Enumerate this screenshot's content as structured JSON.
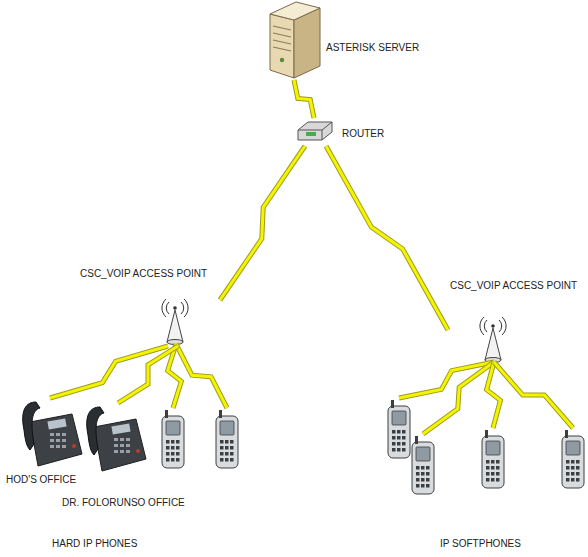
{
  "diagram": {
    "nodes": [
      {
        "text": [
          "ASTERISK SERVER"
        ]
      },
      {
        "text": [
          "ROUTER"
        ]
      },
      {
        "text": [
          "CSC_VOIP ACCESS POINT"
        ]
      },
      {
        "text": [
          "CSC_VOIP ACCESS POINT"
        ]
      },
      {
        "text": [
          "HOD'S OFFICE"
        ]
      },
      {
        "text": [
          "DR. FOLORUNSO OFFICE"
        ]
      }
    ],
    "edges": [
      {
        "from": 0,
        "to": 1,
        "arrow": "none"
      },
      {
        "from": 1,
        "to": 2,
        "arrow": "none"
      },
      {
        "from": 1,
        "to": 3,
        "arrow": "none"
      },
      {
        "from": 2,
        "to": 4,
        "arrow": "none"
      },
      {
        "from": 2,
        "to": 5,
        "arrow": "none"
      }
    ],
    "labels": [
      "HARD IP PHONES",
      "IP SOFTPHONES"
    ]
  }
}
